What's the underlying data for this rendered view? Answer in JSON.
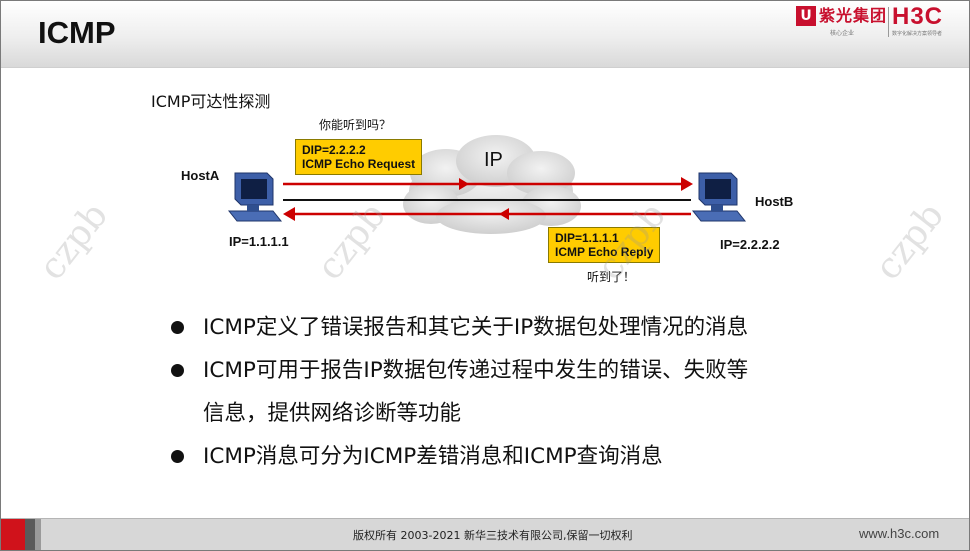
{
  "slide": {
    "title": "ICMP",
    "subtitle": "ICMP可达性探测"
  },
  "logos": {
    "unis_mark": "U",
    "unis_name": "紫光集团",
    "unis_sub": "核心企业",
    "h3c_name": "H3C",
    "h3c_sub": "数字化解决方案领导者"
  },
  "diagram": {
    "question": "你能听到吗？",
    "answer": "听到了！",
    "cloud_label": "IP",
    "host_a": {
      "name": "HostA",
      "ip": "IP=1.1.1.1"
    },
    "host_b": {
      "name": "HostB",
      "ip": "IP=2.2.2.2"
    },
    "request_box": {
      "line1": "DIP=2.2.2.2",
      "line2": "ICMP Echo Request"
    },
    "reply_box": {
      "line1": "DIP=1.1.1.1",
      "line2": "ICMP Echo Reply"
    },
    "colors": {
      "arrow": "#cc0000",
      "callout": "#ffcc00",
      "cloud": "#d9d9d9",
      "computer": "#2f4f8f"
    }
  },
  "bullets": [
    "ICMP定义了错误报告和其它关于IP数据包处理情况的消息",
    "ICMP可用于报告IP数据包传递过程中发生的错误、失败等",
    "信息，提供网络诊断等功能",
    "ICMP消息可分为ICMP差错消息和ICMP查询消息"
  ],
  "watermark": "czpb",
  "footer": {
    "copyright": "版权所有 2003-2021 新华三技术有限公司,保留一切权利",
    "website": "www.h3c.com"
  }
}
